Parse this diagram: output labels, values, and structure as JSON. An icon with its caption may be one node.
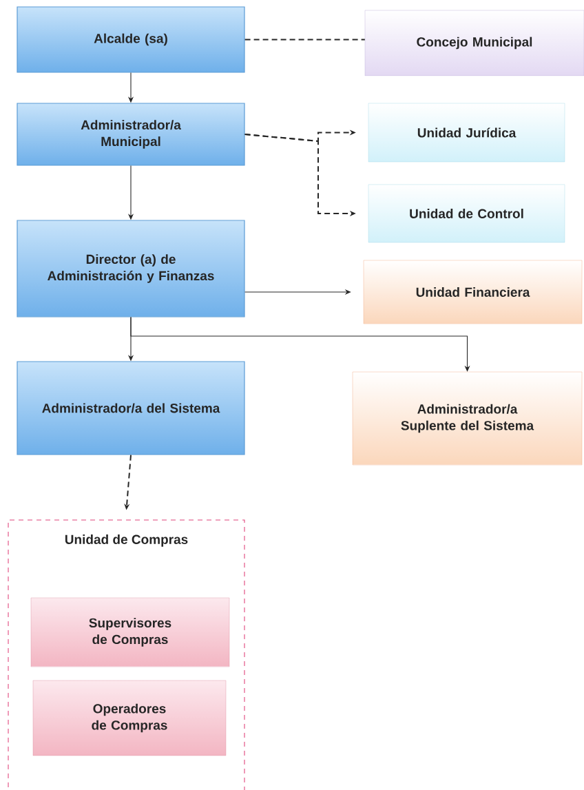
{
  "diagram": {
    "nodes": [
      {
        "text": [
          "Alcalde (sa)"
        ]
      },
      {
        "text": [
          "Concejo Municipal"
        ]
      },
      {
        "text": [
          "Administrador/a Municipal"
        ]
      },
      {
        "text": [
          "Unidad Jurídica"
        ]
      },
      {
        "text": [
          "Unidad de Control"
        ]
      },
      {
        "text": [
          "Director (a) de Administración y Finanzas"
        ]
      },
      {
        "text": [
          "Unidad Financiera"
        ]
      },
      {
        "text": [
          "Administrador/a del Sistema"
        ]
      },
      {
        "text": [
          "Administrador/a Suplente del Sistema"
        ]
      },
      {
        "text": [
          "Unidad de Compras"
        ]
      },
      {
        "text": [
          "Supervisores de Compras"
        ],
        "in": 9
      },
      {
        "text": [
          "Operadores de Compras"
        ],
        "in": 9
      }
    ],
    "edges": [
      {
        "from": 0,
        "to": 1,
        "arrow": "none",
        "style": "dashed"
      },
      {
        "from": 0,
        "to": 2,
        "arrow": "to"
      },
      {
        "from": 2,
        "to": 3,
        "arrow": "to",
        "style": "dashed"
      },
      {
        "from": 2,
        "to": 4,
        "arrow": "to",
        "style": "dashed"
      },
      {
        "from": 2,
        "to": 5,
        "arrow": "to"
      },
      {
        "from": 5,
        "to": 6,
        "arrow": "to"
      },
      {
        "from": 5,
        "to": 7,
        "arrow": "to"
      },
      {
        "from": 5,
        "to": 8,
        "arrow": "to"
      },
      {
        "from": 7,
        "to": 9,
        "arrow": "to",
        "style": "dashed"
      }
    ]
  }
}
